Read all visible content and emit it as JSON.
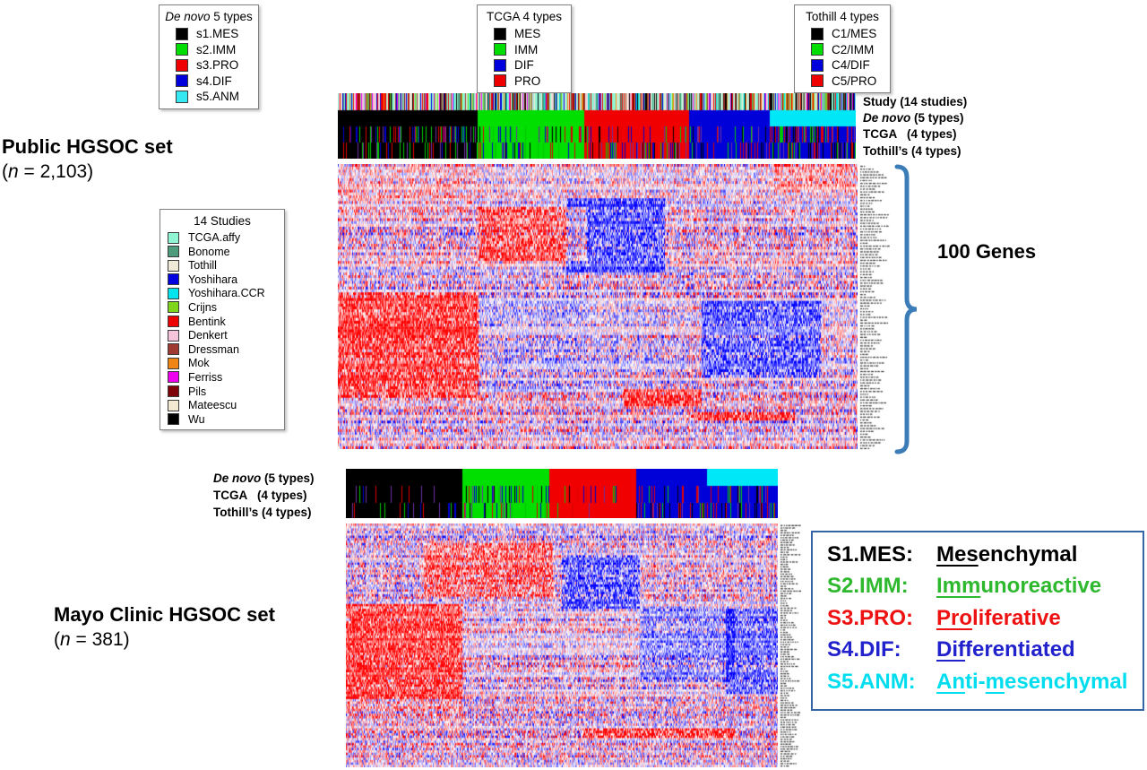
{
  "legends": {
    "denovo": {
      "title_italic": "De novo",
      "title_rest": " 5 types",
      "items": [
        {
          "label": "s1.MES",
          "color": "#000000"
        },
        {
          "label": "s2.IMM",
          "color": "#00DD00"
        },
        {
          "label": "s3.PRO",
          "color": "#EE0000"
        },
        {
          "label": "s4.DIF",
          "color": "#0000DD"
        },
        {
          "label": "s5.ANM",
          "color": "#36E8F2"
        }
      ]
    },
    "tcga": {
      "title": "TCGA 4 types",
      "items": [
        {
          "label": "MES",
          "color": "#000000"
        },
        {
          "label": "IMM",
          "color": "#00DD00"
        },
        {
          "label": "DIF",
          "color": "#0000DD"
        },
        {
          "label": "PRO",
          "color": "#EE0000"
        }
      ]
    },
    "tothill": {
      "title": "Tothill 4 types",
      "items": [
        {
          "label": "C1/MES",
          "color": "#000000"
        },
        {
          "label": "C2/IMM",
          "color": "#00DD00"
        },
        {
          "label": "C4/DIF",
          "color": "#0000DD"
        },
        {
          "label": "C5/PRO",
          "color": "#EE0000"
        }
      ]
    },
    "studies": {
      "title": "14 Studies",
      "items": [
        {
          "label": "TCGA.affy",
          "color": "#8FF5D2"
        },
        {
          "label": "Bonome",
          "color": "#4E9C7C"
        },
        {
          "label": "Tothill",
          "color": "#F0EBD8"
        },
        {
          "label": "Yoshihara",
          "color": "#0000E0"
        },
        {
          "label": "Yoshihara.CCR",
          "color": "#00E5EE"
        },
        {
          "label": "Crijns",
          "color": "#7FD41C"
        },
        {
          "label": "Bentink",
          "color": "#EE0000"
        },
        {
          "label": "Denkert",
          "color": "#F5C3DA"
        },
        {
          "label": "Dressman",
          "color": "#9E3A32"
        },
        {
          "label": "Mok",
          "color": "#F08514"
        },
        {
          "label": "Ferriss",
          "color": "#EE00EE"
        },
        {
          "label": "Pils",
          "color": "#7E0308"
        },
        {
          "label": "Mateescu",
          "color": "#F3E9D2"
        },
        {
          "label": "Wu",
          "color": "#000000"
        }
      ]
    }
  },
  "datasets": {
    "public": {
      "title": "Public HGSOC set",
      "n_label": "(n = 2,103)",
      "annotation_labels": [
        {
          "italic": "",
          "text": "Study (14 studies)"
        },
        {
          "italic": "De novo",
          "text": " (5 types)"
        },
        {
          "italic": "",
          "text": "TCGA   (4 types)"
        },
        {
          "italic": "",
          "text": "Tothill’s (4 types)"
        }
      ]
    },
    "mayo": {
      "title": "Mayo Clinic HGSOC set",
      "n_label": "(n = 381)",
      "annotation_labels": [
        {
          "italic": "De novo",
          "text": " (5 types)"
        },
        {
          "italic": "",
          "text": "TCGA   (4 types)"
        },
        {
          "italic": "",
          "text": "Tothill’s (4 types)"
        }
      ]
    }
  },
  "genes_bracket": {
    "label": "100 Genes",
    "color": "#3C7DB8"
  },
  "subtype_key": {
    "border_color": "#3465A4",
    "items": [
      {
        "code": "S1.MES: ",
        "color": "#000000",
        "name_segments": [
          {
            "t": "Mes",
            "u": true
          },
          {
            "t": "enchymal",
            "u": false
          }
        ]
      },
      {
        "code": "S2.IMM: ",
        "color": "#2EB82E",
        "name_segments": [
          {
            "t": "Imm",
            "u": true
          },
          {
            "t": "unoreactive",
            "u": false
          }
        ]
      },
      {
        "code": "S3.PRO: ",
        "color": "#EE1111",
        "name_segments": [
          {
            "t": "Pro",
            "u": true
          },
          {
            "t": "liferative",
            "u": false
          }
        ]
      },
      {
        "code": "S4.DIF: ",
        "color": "#2222CC",
        "name_segments": [
          {
            "t": "Dif",
            "u": true
          },
          {
            "t": "ferentiated",
            "u": false
          }
        ]
      },
      {
        "code": "S5.ANM: ",
        "color": "#00DDEE",
        "name_segments": [
          {
            "t": "An",
            "u": true
          },
          {
            "t": "ti-",
            "u": false
          },
          {
            "t": "m",
            "u": true
          },
          {
            "t": "esenchymal",
            "u": false
          }
        ]
      }
    ]
  },
  "chart_data": {
    "type": "heatmap",
    "colorscale": {
      "low": "#0000FF",
      "mid": "#FFFFFF",
      "high": "#FF0000"
    },
    "subtype_colors": {
      "MES": "#000000",
      "IMM": "#00DF00",
      "PRO": "#F00000",
      "DIF": "#0000D8",
      "ANM": "#00E8F8"
    },
    "noise_colors": [
      "#000000",
      "#00C800",
      "#E00000",
      "#0000D0",
      "#7030A0"
    ],
    "study_palette_weighted": [
      "#8FF5D2",
      "#8FF5D2",
      "#8FF5D2",
      "#8FF5D2",
      "#8FF5D2",
      "#4E9C7C",
      "#4E9C7C",
      "#F0EBD8",
      "#F0EBD8",
      "#0000E0",
      "#00E5EE",
      "#7FD41C",
      "#EE0000",
      "#EE0000",
      "#F5C3DA",
      "#9E3A32",
      "#F08514",
      "#EE00EE",
      "#7E0308",
      "#F3E9D2",
      "#000000",
      "#000000"
    ],
    "public": {
      "n_samples": 2103,
      "n_genes": 100,
      "column_groups": [
        {
          "label": "s1.MES",
          "frac": 0.27
        },
        {
          "label": "s2.IMM",
          "frac": 0.205
        },
        {
          "label": "s3.PRO",
          "frac": 0.203
        },
        {
          "label": "s4.DIF",
          "frac": 0.156
        },
        {
          "label": "s5.ANM",
          "frac": 0.166
        }
      ],
      "tcga_noise": [
        0.34,
        0.3,
        0.22,
        0.3,
        0.55
      ],
      "tothill_noise": [
        0.3,
        0.34,
        0.4,
        0.34,
        0.5
      ],
      "expression_blocks": [
        {
          "x": [
            0.0,
            0.27
          ],
          "y": [
            0.45,
            0.82
          ],
          "bias": 0.78
        },
        {
          "x": [
            0.0,
            0.27
          ],
          "y": [
            0.0,
            0.2
          ],
          "bias": 0.15
        },
        {
          "x": [
            0.27,
            0.48
          ],
          "y": [
            0.15,
            0.34
          ],
          "bias": 0.62
        },
        {
          "x": [
            0.44,
            0.63
          ],
          "y": [
            0.12,
            0.38
          ],
          "bias": -0.72
        },
        {
          "x": [
            0.27,
            0.48
          ],
          "y": [
            0.45,
            0.8
          ],
          "bias": -0.18
        },
        {
          "x": [
            0.48,
            0.68
          ],
          "y": [
            0.52,
            0.78
          ],
          "bias": -0.12
        },
        {
          "x": [
            0.7,
            0.93
          ],
          "y": [
            0.48,
            0.75
          ],
          "bias": -0.62
        },
        {
          "x": [
            0.55,
            0.7
          ],
          "y": [
            0.79,
            0.85
          ],
          "bias": 0.8
        },
        {
          "x": [
            0.68,
            0.88
          ],
          "y": [
            0.87,
            0.9
          ],
          "bias": 0.72
        },
        {
          "x": [
            0.84,
            1.0
          ],
          "y": [
            0.0,
            0.1
          ],
          "bias": 0.3
        }
      ]
    },
    "mayo": {
      "n_samples": 381,
      "n_genes": 100,
      "column_groups": [
        {
          "label": "s1.MES",
          "frac": 0.27
        },
        {
          "label": "s2.IMM",
          "frac": 0.2
        },
        {
          "label": "s3.PRO",
          "frac": 0.202
        },
        {
          "label": "s4.DIF",
          "frac": 0.164
        },
        {
          "label": "s5.ANM",
          "frac": 0.164
        }
      ],
      "tcga_noise": [
        0.12,
        0.22,
        0.08,
        0.28,
        0.35
      ],
      "tothill_noise": [
        0.12,
        0.25,
        0.06,
        0.3,
        0.4
      ],
      "expression_blocks": [
        {
          "x": [
            0.0,
            0.27
          ],
          "y": [
            0.33,
            0.72
          ],
          "bias": 0.78
        },
        {
          "x": [
            0.18,
            0.48
          ],
          "y": [
            0.08,
            0.3
          ],
          "bias": 0.55
        },
        {
          "x": [
            0.5,
            0.68
          ],
          "y": [
            0.13,
            0.35
          ],
          "bias": -0.68
        },
        {
          "x": [
            0.68,
            0.9
          ],
          "y": [
            0.35,
            0.65
          ],
          "bias": -0.42
        },
        {
          "x": [
            0.88,
            1.0
          ],
          "y": [
            0.35,
            0.7
          ],
          "bias": -0.58
        },
        {
          "x": [
            0.55,
            0.9
          ],
          "y": [
            0.84,
            0.88
          ],
          "bias": 0.82
        },
        {
          "x": [
            0.0,
            0.27
          ],
          "y": [
            0.72,
            0.85
          ],
          "bias": 0.2
        }
      ]
    }
  }
}
